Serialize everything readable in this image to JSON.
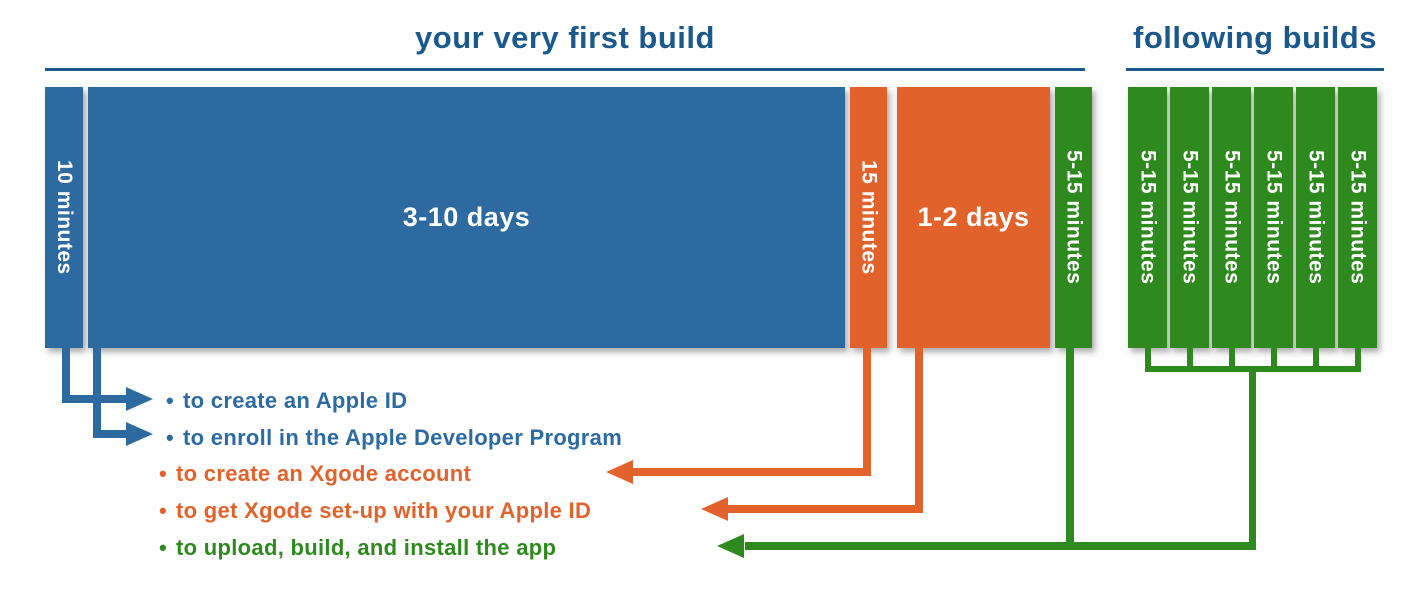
{
  "titles": {
    "first_build": "your very first build",
    "following_builds": "following builds"
  },
  "colors": {
    "bar_blue": "#2d6a9f",
    "title_blue": "#1b588c",
    "orange": "#e2622b",
    "green": "#2e8a1e"
  },
  "first_build": {
    "bars": [
      {
        "label": "10 minutes",
        "color": "#2d6a9f",
        "orientation": "vertical"
      },
      {
        "label": "3-10 days",
        "color": "#2d6a9f",
        "orientation": "horizontal"
      },
      {
        "label": "15 minutes",
        "color": "#e2622b",
        "orientation": "vertical"
      },
      {
        "label": "1-2 days",
        "color": "#e2622b",
        "orientation": "horizontal"
      },
      {
        "label": "5-15 minutes",
        "color": "#2e8a1e",
        "orientation": "vertical"
      }
    ]
  },
  "following_builds": {
    "bars": [
      {
        "label": "5-15 minutes"
      },
      {
        "label": "5-15 minutes"
      },
      {
        "label": "5-15 minutes"
      },
      {
        "label": "5-15 minutes"
      },
      {
        "label": "5-15 minutes"
      },
      {
        "label": "5-15 minutes"
      }
    ]
  },
  "legend": {
    "bullet": "•",
    "items": [
      {
        "text": "to create an Apple ID",
        "color": "#2d6ba0"
      },
      {
        "text": "to enroll in the Apple Developer Program",
        "color": "#2d6ba0"
      },
      {
        "text": "to create an Xgode account",
        "color": "#e2622b"
      },
      {
        "text": "to get Xgode set-up with your Apple ID",
        "color": "#e2622b"
      },
      {
        "text": "to upload, build, and install the app",
        "color": "#2e8a1e"
      }
    ]
  }
}
